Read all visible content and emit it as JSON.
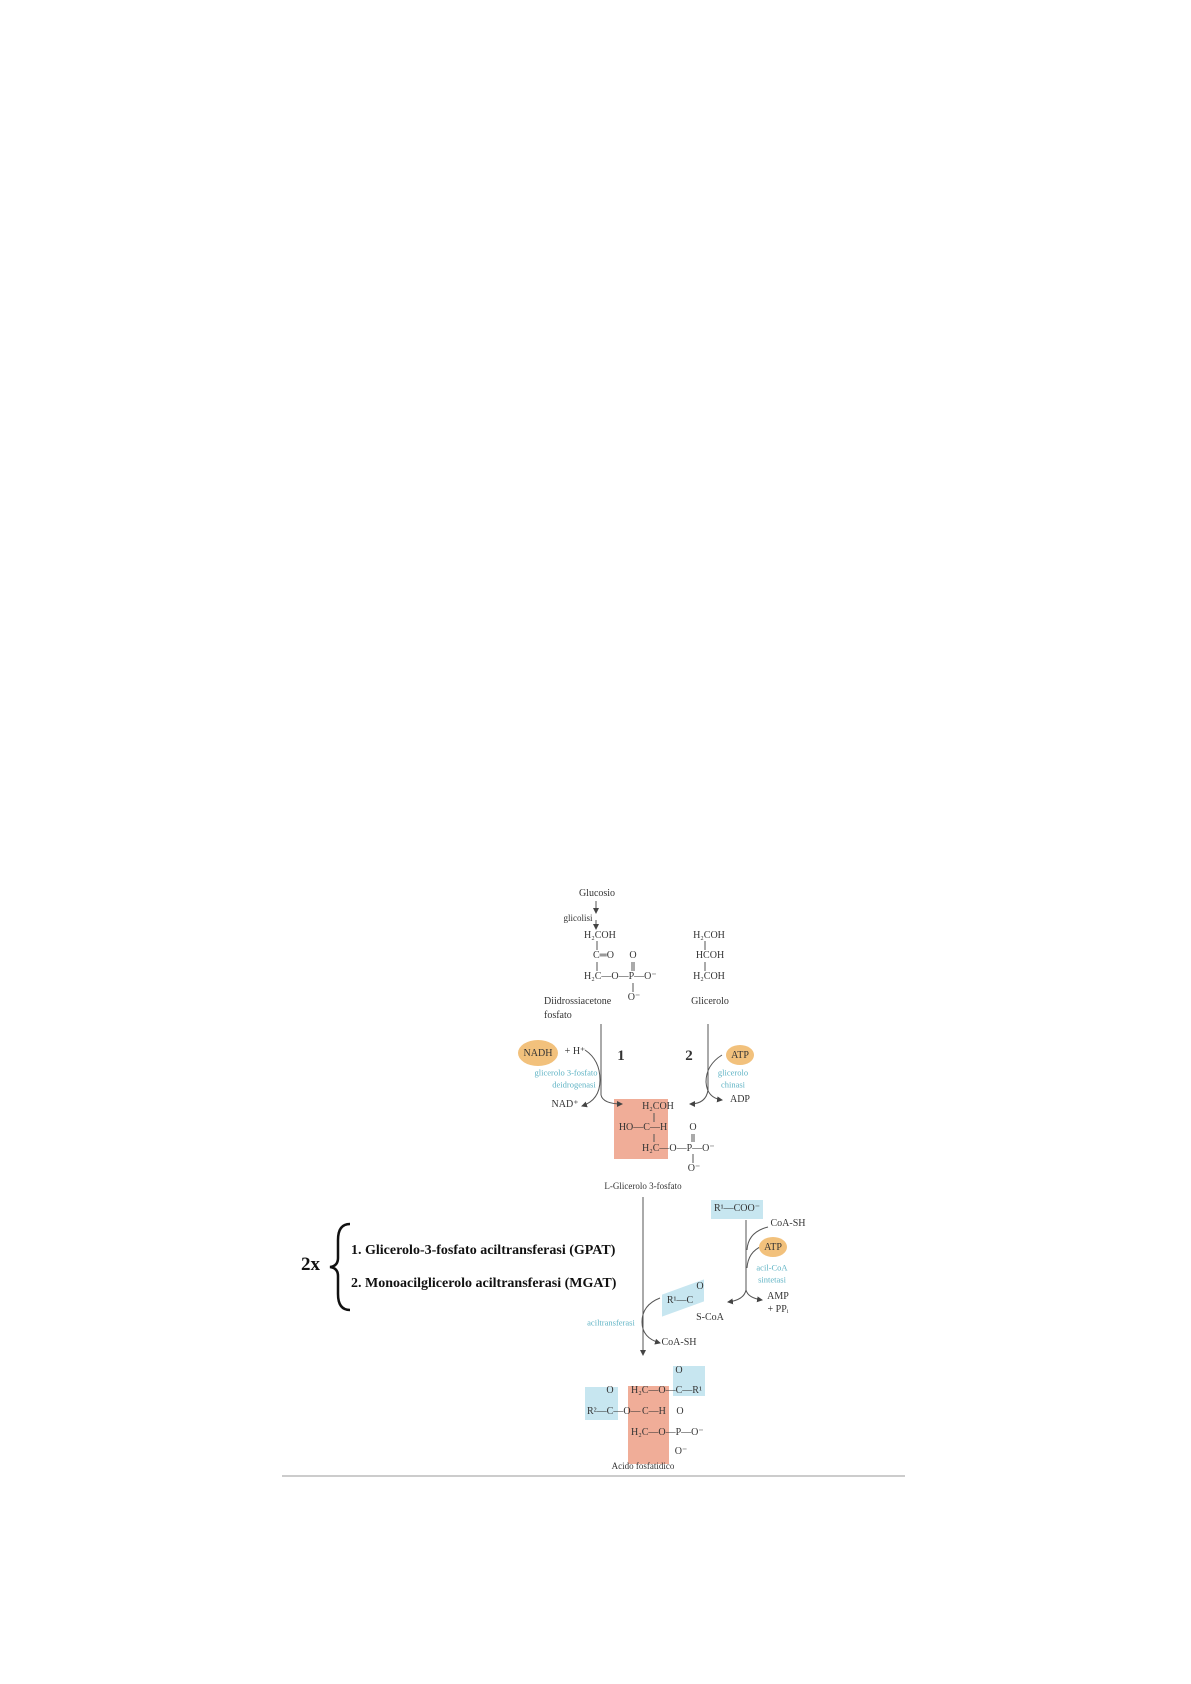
{
  "diagram": {
    "glucose": "Glucosio",
    "glycolysis": "glicolisi",
    "dhap": {
      "line1": "H₂COH",
      "line2": "C═O",
      "line3": "H₂C—O—P—O⁻",
      "p_top": "O",
      "p_bottom": "O⁻",
      "name1": "Diidrossiacetone",
      "name2": "fosfato"
    },
    "glycerol": {
      "line1": "H₂COH",
      "line2": "HCOH",
      "line3": "H₂COH",
      "name": "Glicerolo"
    },
    "pathway1": {
      "number": "1",
      "cofactor": "NADH",
      "proton": "+ H⁺",
      "enzyme1": "glicerolo 3-fosfato",
      "enzyme2": "deidrogenasi",
      "product": "NAD⁺"
    },
    "pathway2": {
      "number": "2",
      "cofactor": "ATP",
      "enzyme1": "glicerolo",
      "enzyme2": "chinasi",
      "product": "ADP"
    },
    "g3p": {
      "line1": "H₂COH",
      "line2": "HO—C—H",
      "line3": "H₂C—O—P—O⁻",
      "p_top": "O",
      "p_bottom": "O⁻",
      "name": "L-Glicerolo 3-fosfato"
    },
    "acyl_activation": {
      "fatty_acid": "R¹—COO⁻",
      "coa_in": "CoA-SH",
      "atp": "ATP",
      "enzyme1": "acil-CoA",
      "enzyme2": "sintetasi",
      "amp": "AMP",
      "ppi": "+ PPᵢ",
      "acyl_coa": "R¹—C",
      "acyl_o": "O",
      "scoa": "S-CoA"
    },
    "transfer": {
      "enzyme": "aciltransferasi",
      "coa_out": "CoA-SH"
    },
    "phosphatidic": {
      "r2_o": "O",
      "r2": "R²—C—O—",
      "line1": "H₂C—O—C—R¹",
      "r1_o": "O",
      "line2": "C—H",
      "line3": "H₂C—O—P—O⁻",
      "p_top": "O",
      "p_bottom": "O⁻",
      "name": "Acido fosfatidico"
    }
  },
  "annotation": {
    "multiplier": "2x",
    "enzymes": [
      "1. Glicerolo-3-fosfato aciltransferasi (GPAT)",
      "2. Monoacilglicerolo aciltransferasi (MGAT)"
    ]
  },
  "colors": {
    "highlight_salmon": "#f0ad98",
    "highlight_blue": "#c7e6f0",
    "cofactor": "#f2c17c",
    "enzyme_text": "#5fb3c4"
  }
}
